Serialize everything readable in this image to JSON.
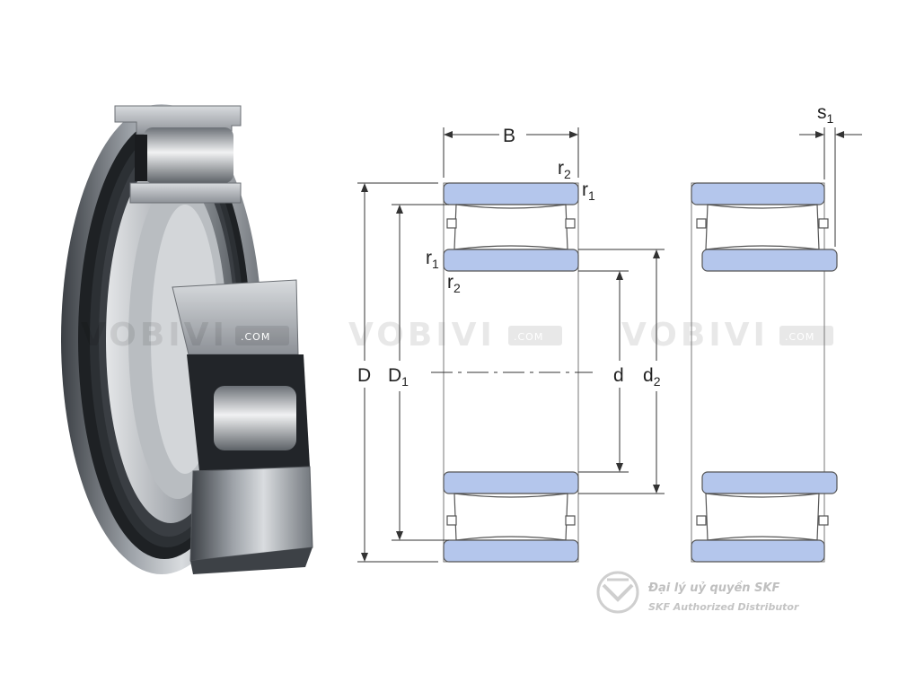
{
  "labels": {
    "B": "B",
    "r": "r",
    "s": "s",
    "sub1": "1",
    "sub2": "2",
    "D": "D",
    "D1_main": "D",
    "d": "d",
    "d2_main": "d"
  },
  "watermark": {
    "brand": "VOBIVI",
    "suffix": ".COM"
  },
  "distributor": {
    "vietnamese": "Đại lý uỷ quyền SKF",
    "english": "SKF Authorized Distributor"
  },
  "colors": {
    "ring_fill": "#b4c6ec",
    "outline": "#555555",
    "dimension_line": "#333333"
  },
  "icons": [
    "bearing-photo",
    "distributor-logo-icon"
  ]
}
